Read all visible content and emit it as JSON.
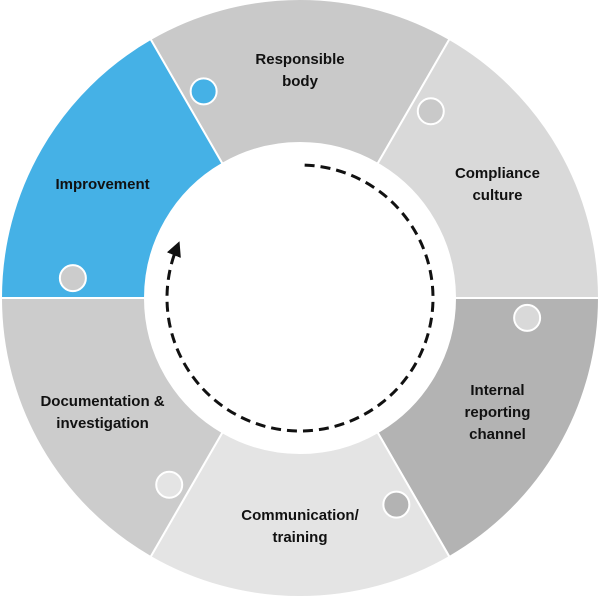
{
  "diagram": {
    "segments": [
      {
        "id": "responsible-body",
        "lines": [
          "Responsible",
          "body"
        ],
        "color": "#c9c9c9"
      },
      {
        "id": "compliance-culture",
        "lines": [
          "Compliance",
          "culture"
        ],
        "color": "#d9d9d9"
      },
      {
        "id": "internal-reporting-channel",
        "lines": [
          "Internal",
          "reporting",
          "channel"
        ],
        "color": "#b3b3b3"
      },
      {
        "id": "communication-training",
        "lines": [
          "Communication/",
          "training"
        ],
        "color": "#e4e4e4"
      },
      {
        "id": "documentation-investigation",
        "lines": [
          "Documentation &",
          "investigation"
        ],
        "color": "#cccccc"
      },
      {
        "id": "improvement",
        "lines": [
          "Improvement"
        ],
        "color": "#45b1e6"
      }
    ],
    "cycle_direction": "clockwise"
  }
}
